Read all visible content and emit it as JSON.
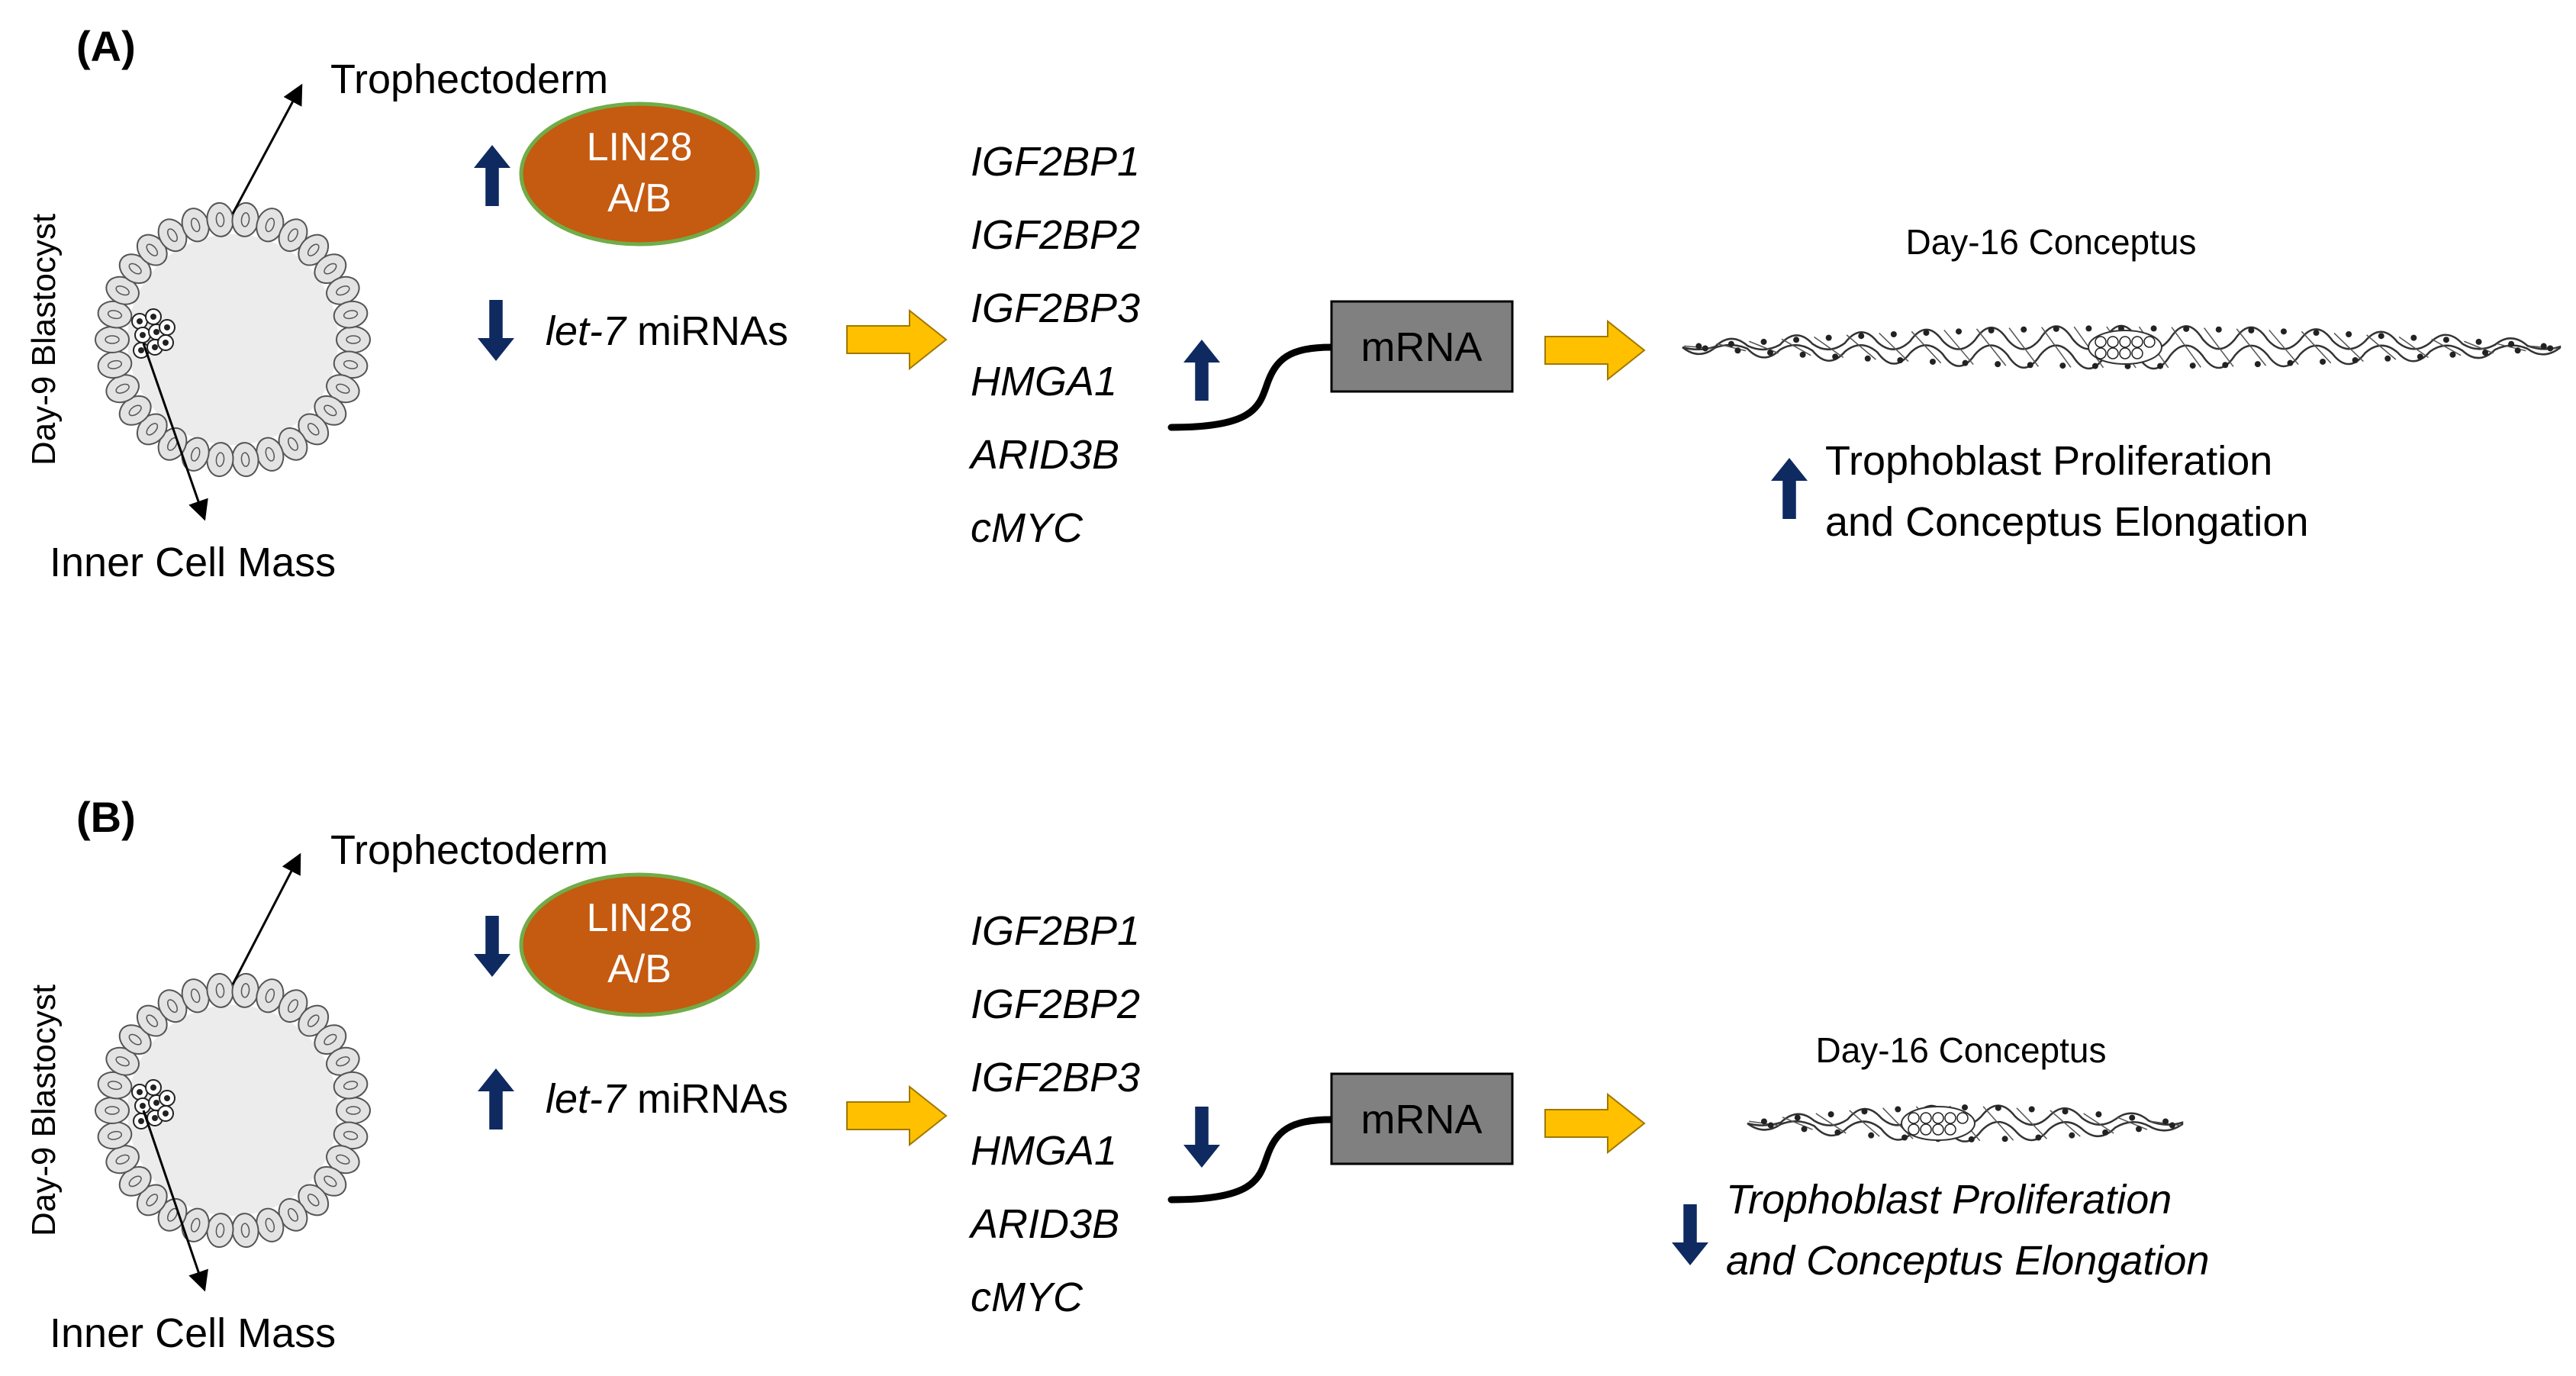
{
  "colors": {
    "lin28_fill": "#c55a11",
    "lin28_stroke": "#70ad47",
    "up_down_arrow": "#0e2a60",
    "flow_arrow": "#ffc000",
    "mrna_box": "#808080",
    "cell_fill": "#e3e3e3"
  },
  "icons": {
    "up": "up-arrow-icon",
    "down": "down-arrow-icon",
    "flow": "block-arrow-icon"
  },
  "panels": [
    {
      "label": "(A)",
      "blastocyst_label": "Day-9 Blastocyst",
      "trophectoderm": "Trophectoderm",
      "inner_cell_mass": "Inner Cell Mass",
      "lin28_line1": "LIN28",
      "lin28_line2": "A/B",
      "lin28_direction": "up",
      "let7_italic": "let-7",
      "let7_rest": " miRNAs",
      "let7_direction": "down",
      "genes": [
        "IGF2BP1",
        "IGF2BP2",
        "IGF2BP3",
        "HMGA1",
        "ARID3B",
        "cMYC"
      ],
      "mrna_direction": "up",
      "mrna": "mRNA",
      "conceptus": "Day-16 Conceptus",
      "outcome_line1": "Trophoblast Proliferation",
      "outcome_line2": "and Conceptus Elongation",
      "outcome_direction": "up",
      "outcome_italic": false
    },
    {
      "label": "(B)",
      "blastocyst_label": "Day-9 Blastocyst",
      "trophectoderm": "Trophectoderm",
      "inner_cell_mass": "Inner Cell Mass",
      "lin28_line1": "LIN28",
      "lin28_line2": "A/B",
      "lin28_direction": "down",
      "let7_italic": "let-7",
      "let7_rest": " miRNAs",
      "let7_direction": "up",
      "genes": [
        "IGF2BP1",
        "IGF2BP2",
        "IGF2BP3",
        "HMGA1",
        "ARID3B",
        "cMYC"
      ],
      "mrna_direction": "down",
      "mrna": "mRNA",
      "conceptus": "Day-16 Conceptus",
      "outcome_line1": "Trophoblast Proliferation",
      "outcome_line2": "and Conceptus Elongation",
      "outcome_direction": "down",
      "outcome_italic": true
    }
  ]
}
